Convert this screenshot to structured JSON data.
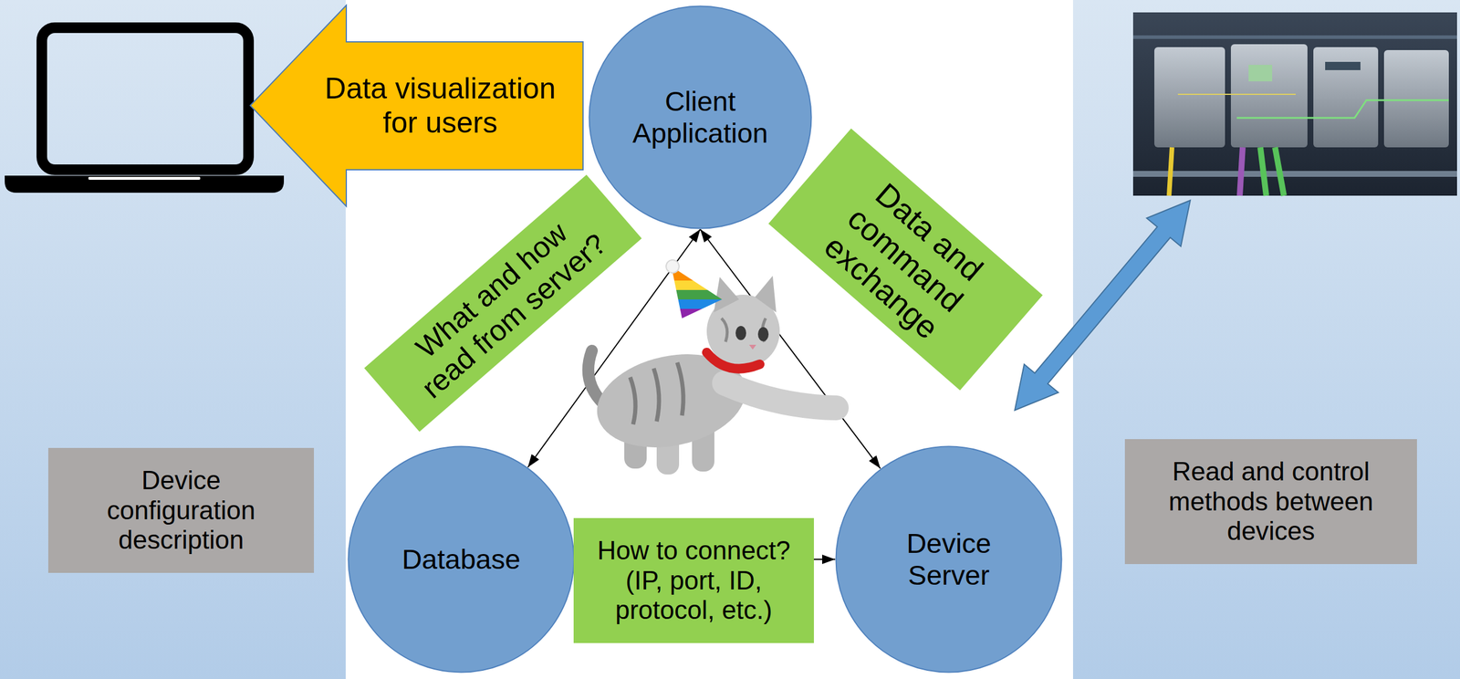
{
  "diagram": {
    "nodes": [
      {
        "text": [
          "Data visualization for users"
        ]
      },
      {
        "text": [
          "Client Application"
        ]
      },
      {
        "text": [
          "What and how read from server?"
        ]
      },
      {
        "text": [
          "Data and command exchange"
        ]
      },
      {
        "text": [
          "Device configuration description"
        ]
      },
      {
        "text": [
          "Database"
        ]
      },
      {
        "text": [
          "How to connect? (IP, port, ID, protocol, etc.)"
        ]
      },
      {
        "text": [
          "Device Server"
        ]
      },
      {
        "text": [
          "Read and control methods between devices"
        ]
      }
    ],
    "edges": [
      {
        "from": 1,
        "to": 5,
        "arrow": "both"
      },
      {
        "from": 1,
        "to": 7,
        "arrow": "both"
      },
      {
        "from": 5,
        "to": 7,
        "arrow": "to"
      }
    ]
  }
}
